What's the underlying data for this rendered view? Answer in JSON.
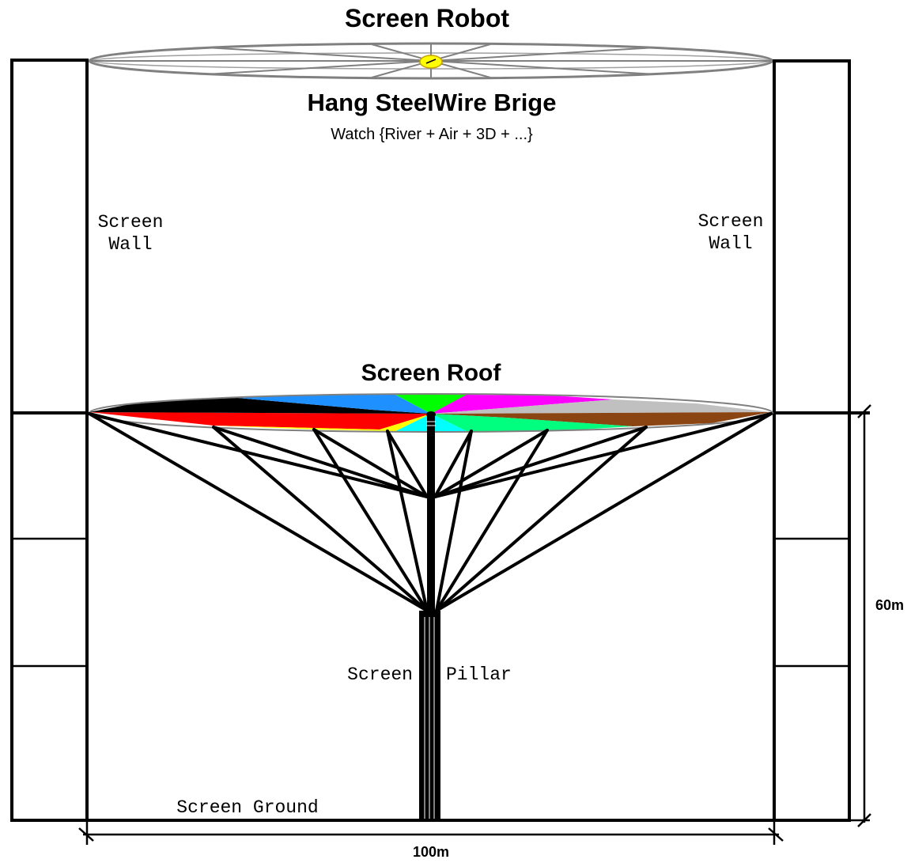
{
  "labels": {
    "robot_title": "Screen Robot",
    "bridge_title": "Hang SteelWire Brige",
    "bridge_subtitle": "Watch {River + Air + 3D + ...}",
    "left_wall_line1": "Screen",
    "left_wall_line2": "Wall",
    "right_wall_line1": "Screen",
    "right_wall_line2": "Wall",
    "roof_title": "Screen Roof",
    "pillar_left": "Screen",
    "pillar_right": "Pillar",
    "ground": "Screen Ground",
    "height_dim": "60m",
    "width_dim": "100m"
  },
  "colors": {
    "line": "#000000",
    "robot_disc": "#808080",
    "robot_hub": "#ffff00",
    "roof_segments": [
      "#ff0000",
      "#000000",
      "#1e90ff",
      "#00ff00",
      "#ff00ff",
      "#c0c0c0",
      "#8b4513",
      "#00ff7f",
      "#00ffff",
      "#ffff00"
    ]
  }
}
